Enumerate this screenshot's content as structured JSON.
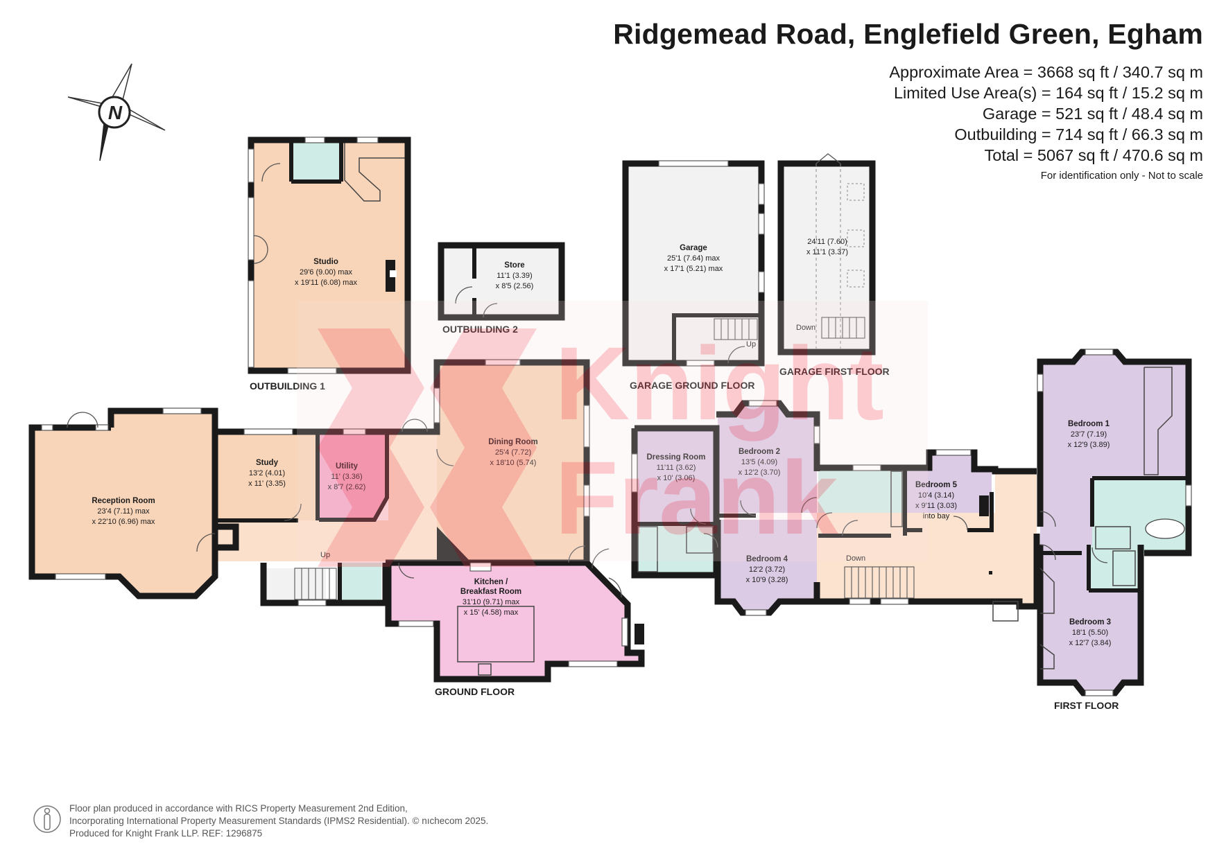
{
  "header": {
    "title": "Ridgemead Road, Englefield Green, Egham",
    "areas": [
      "Approximate Area = 3668 sq ft / 340.7 sq m",
      "Limited Use Area(s) = 164 sq ft / 15.2 sq m",
      "Garage = 521 sq ft / 48.4 sq m",
      "Outbuilding = 714 sq ft / 66.3 sq m",
      "Total = 5067 sq ft / 470.6 sq m"
    ],
    "disclaimer": "For identification only - Not to scale"
  },
  "compass": {
    "letter": "N"
  },
  "watermark": {
    "text_line1": "Knight",
    "text_line2": "Frank"
  },
  "colors": {
    "reception": "#f8d4b8",
    "utility": "#f2a9c6",
    "kitchen": "#f6c3e0",
    "bedroom": "#dccbe4",
    "bathroom": "#cfece6",
    "hall": "#fbe0cc",
    "landing": "#fbe3d0",
    "neutral": "#f2f2f2",
    "watermark": "#f04a5a"
  },
  "floors": {
    "outbuilding1": "OUTBUILDING 1",
    "outbuilding2": "OUTBUILDING 2",
    "garage_ground": "GARAGE GROUND FLOOR",
    "garage_first": "GARAGE FIRST FLOOR",
    "ground": "GROUND FLOOR",
    "first": "FIRST FLOOR"
  },
  "rooms": {
    "studio": {
      "name": "Studio",
      "dim1": "29'6 (9.00) max",
      "dim2": "x 19'11 (6.08) max"
    },
    "store": {
      "name": "Store",
      "dim1": "11'1 (3.39)",
      "dim2": "x 8'5 (2.56)"
    },
    "garage": {
      "name": "Garage",
      "dim1": "25'1 (7.64) max",
      "dim2": "x 17'1 (5.21) max"
    },
    "garage_first": {
      "dim1": "24'11 (7.60)",
      "dim2": "x 11'1 (3.37)"
    },
    "reception": {
      "name": "Reception Room",
      "dim1": "23'4 (7.11) max",
      "dim2": "x 22'10 (6.96) max"
    },
    "study": {
      "name": "Study",
      "dim1": "13'2 (4.01)",
      "dim2": "x 11' (3.35)"
    },
    "utility": {
      "name": "Utility",
      "dim1": "11' (3.36)",
      "dim2": "x 8'7 (2.62)"
    },
    "dining": {
      "name": "Dining Room",
      "dim1": "25'4 (7.72)",
      "dim2": "x 18'10 (5.74)"
    },
    "kitchen": {
      "name1": "Kitchen /",
      "name2": "Breakfast Room",
      "dim1": "31'10 (9.71) max",
      "dim2": "x 15' (4.58) max"
    },
    "dressing": {
      "name": "Dressing Room",
      "dim1": "11'11 (3.62)",
      "dim2": "x 10' (3.06)"
    },
    "bedroom2": {
      "name": "Bedroom 2",
      "dim1": "13'5 (4.09)",
      "dim2": "x 12'2 (3.70)"
    },
    "bedroom4": {
      "name": "Bedroom 4",
      "dim1": "12'2 (3.72)",
      "dim2": "x 10'9 (3.28)"
    },
    "bedroom5": {
      "name": "Bedroom 5",
      "dim1": "10'4 (3.14)",
      "dim2": "x 9'11 (3.03)",
      "dim3": "into bay"
    },
    "bedroom1": {
      "name": "Bedroom 1",
      "dim1": "23'7 (7.19)",
      "dim2": "x 12'9 (3.89)"
    },
    "bedroom3": {
      "name": "Bedroom 3",
      "dim1": "18'1 (5.50)",
      "dim2": "x 12'7 (3.84)"
    }
  },
  "stairs": {
    "up": "Up",
    "down": "Down"
  },
  "footer": {
    "line1": "Floor plan produced in accordance with RICS Property Measurement 2nd Edition,",
    "line2": "Incorporating International Property Measurement Standards (IPMS2 Residential).   © nıchecom 2025.",
    "line3": "Produced for Knight Frank LLP.   REF: 1296875"
  }
}
